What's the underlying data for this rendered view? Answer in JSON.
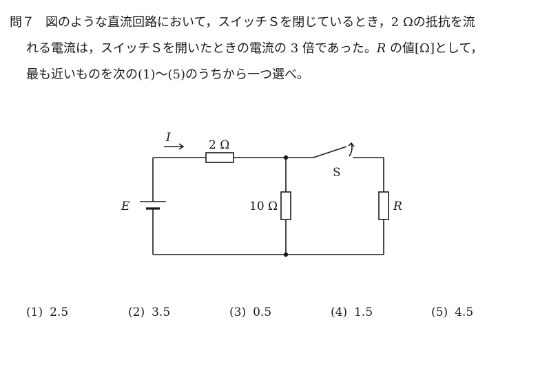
{
  "question": {
    "number": "問７",
    "line1": "図のような直流回路において，スイッチＳを閉じているとき，2 Ωの抵抗を流",
    "line2_pre": "れる電流は，スイッチＳを開いたときの電流の 3 倍であった。",
    "line2_var": "R",
    "line2_post": " の値[Ω]として，",
    "line3": "最も近いものを次の(1)～(5)のうちから一つ選べ。"
  },
  "circuit": {
    "current_label": "I",
    "source_label": "E",
    "resistor_top_label": "2 Ω",
    "resistor_mid_label": "10 Ω",
    "resistor_right_label": "R",
    "switch_label": "S"
  },
  "choices": [
    {
      "num": "(1)",
      "value": "2.5"
    },
    {
      "num": "(2)",
      "value": "3.5"
    },
    {
      "num": "(3)",
      "value": "0.5"
    },
    {
      "num": "(4)",
      "value": "1.5"
    },
    {
      "num": "(5)",
      "value": "4.5"
    }
  ]
}
